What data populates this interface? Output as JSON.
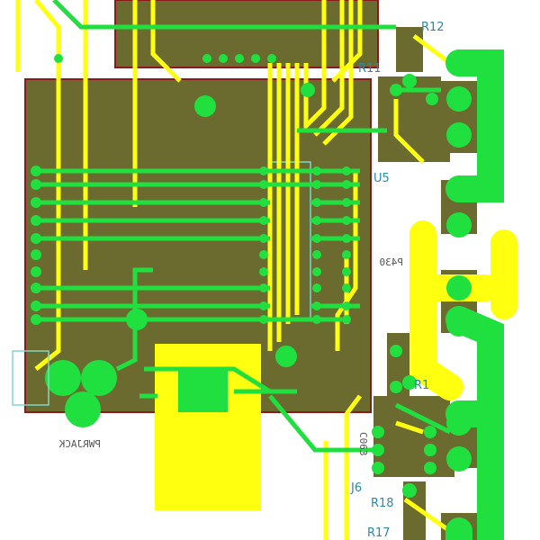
{
  "colors": {
    "background": "#ffffff",
    "copper_pour": "#6b6b30",
    "top_trace": "#ffff10",
    "bottom_trace": "#20e040",
    "outline": "#8b1a1a",
    "silkscreen": "#80d8c8",
    "label": "#2a8aa8"
  },
  "labels": {
    "r12": "R12",
    "r11": "R11",
    "u5": "U5",
    "p430": "P430",
    "pwrjack": "PWRJACK",
    "j6": "J6",
    "r18": "R18",
    "r17": "R17",
    "c063": "C063",
    "r1": "R1"
  }
}
